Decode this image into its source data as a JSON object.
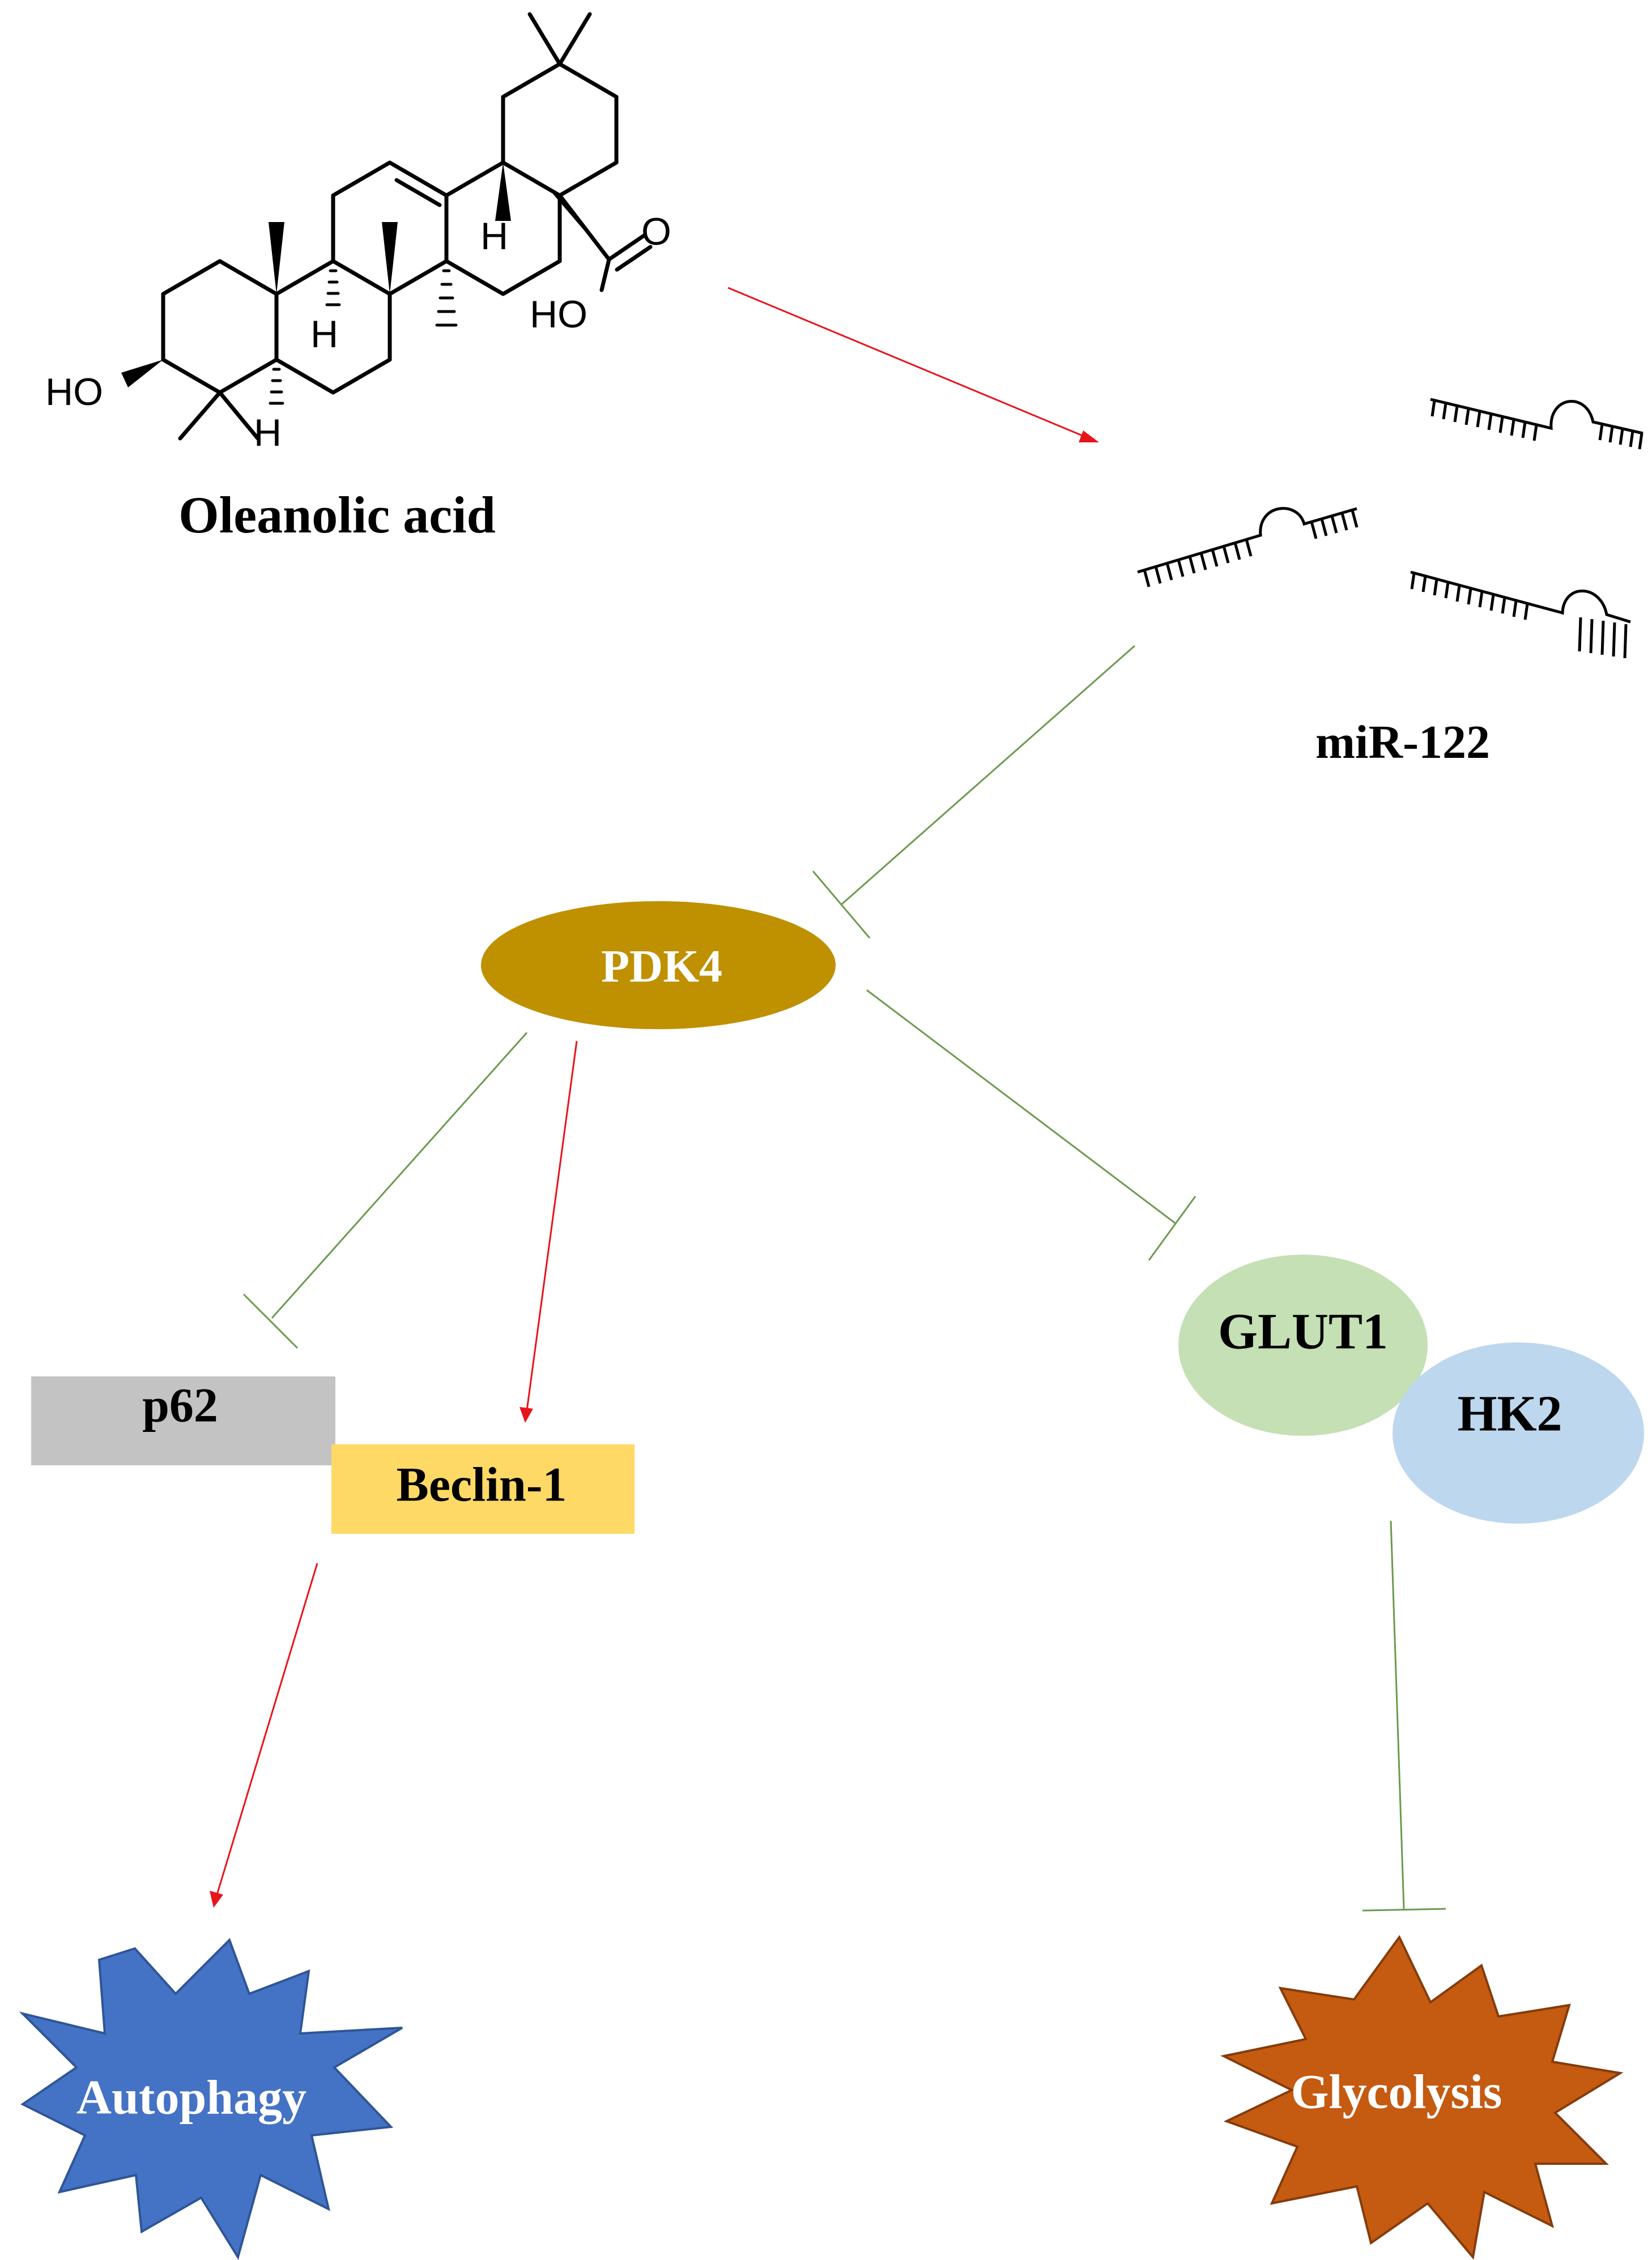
{
  "compound": {
    "name": "Oleanolic acid",
    "atom_labels": {
      "hydroxyl": "HO",
      "hydrogen": "H",
      "carbonyl_oxygen": "O",
      "acid_hydroxyl": "HO"
    }
  },
  "mirna": {
    "label": "miR-122"
  },
  "nodes": {
    "pdk4": "PDK4",
    "p62": "p62",
    "beclin": "Beclin-1",
    "glut1": "GLUT1",
    "hk2": "HK2",
    "autophagy": "Autophagy",
    "glycolysis": "Glycolysis"
  },
  "colors": {
    "activation_arrow": "#e8141c",
    "inhibition_line": "#6b9a4e",
    "pdk4_fill": "#bf9000",
    "p62_fill": "#c3c3c3",
    "beclin_fill": "#ffd966",
    "glut1_fill": "#c5e0b4",
    "hk2_fill": "#bdd7ee",
    "autophagy_fill": "#4472c4",
    "glycolysis_fill": "#c55a11"
  },
  "edges": [
    {
      "from": "Oleanolic acid",
      "to": "miR-122",
      "type": "activation"
    },
    {
      "from": "miR-122",
      "to": "PDK4",
      "type": "inhibition"
    },
    {
      "from": "PDK4",
      "to": "p62",
      "type": "inhibition"
    },
    {
      "from": "PDK4",
      "to": "Beclin-1",
      "type": "activation"
    },
    {
      "from": "PDK4",
      "to": "GLUT1",
      "type": "inhibition"
    },
    {
      "from": "Beclin-1",
      "to": "Autophagy",
      "type": "activation"
    },
    {
      "from": "HK2",
      "to": "Glycolysis",
      "type": "inhibition"
    }
  ]
}
